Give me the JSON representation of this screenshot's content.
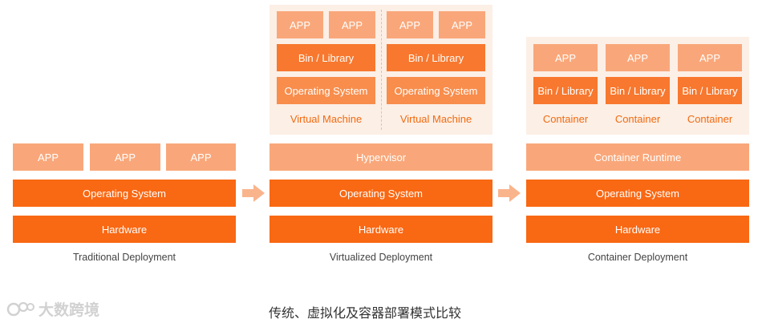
{
  "traditional": {
    "apps": [
      "APP",
      "APP",
      "APP"
    ],
    "os": "Operating System",
    "hardware": "Hardware",
    "caption": "Traditional Deployment"
  },
  "virtualized": {
    "vms": [
      {
        "apps": [
          "APP",
          "APP"
        ],
        "bin": "Bin / Library",
        "os": "Operating System",
        "label": "Virtual Machine"
      },
      {
        "apps": [
          "APP",
          "APP"
        ],
        "bin": "Bin / Library",
        "os": "Operating System",
        "label": "Virtual Machine"
      }
    ],
    "hypervisor": "Hypervisor",
    "os": "Operating System",
    "hardware": "Hardware",
    "caption": "Virtualized Deployment"
  },
  "container": {
    "containers": [
      {
        "app": "APP",
        "bin": "Bin / Library",
        "label": "Container"
      },
      {
        "app": "APP",
        "bin": "Bin / Library",
        "label": "Container"
      },
      {
        "app": "APP",
        "bin": "Bin / Library",
        "label": "Container"
      }
    ],
    "runtime": "Container Runtime",
    "os": "Operating System",
    "hardware": "Hardware",
    "caption": "Container Deployment"
  },
  "footer": {
    "title": "传统、虚拟化及容器部署模式比较"
  },
  "watermark": {
    "text": "大数跨境"
  },
  "colors": {
    "light": "#f9a77a",
    "medium": "#f88d4c",
    "strong": "#f7782e",
    "dark": "#f96813",
    "panel": "#fcefe6",
    "label": "#f26a10"
  }
}
